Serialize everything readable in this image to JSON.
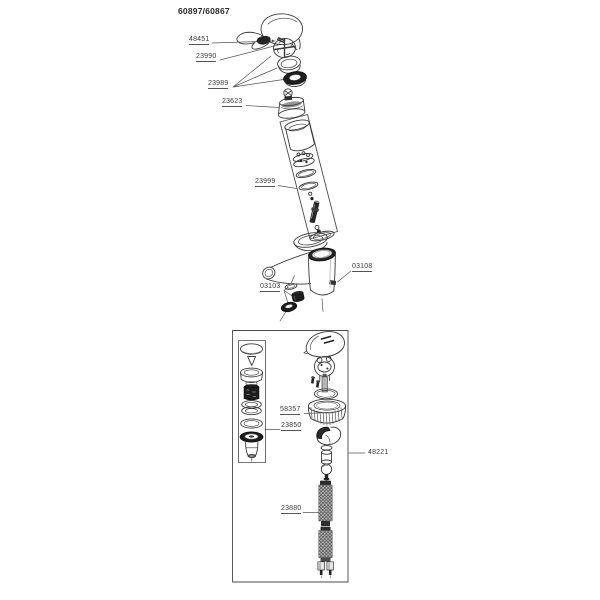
{
  "colors": {
    "background": "#ffffff",
    "line": "#3a3a3a",
    "dark_fill": "#1e1e1e"
  },
  "diagram": {
    "title": "60897/60867",
    "labels": {
      "handle_screw": "48451",
      "handle": "23990",
      "cap_set": "23989",
      "cartridge": "23623",
      "spout_set": "23999",
      "body_plug": "03108",
      "aerator_set": "03103",
      "mounting_nut": "58357",
      "drain_set": "23850",
      "connection_unit": "48221",
      "hose": "23880"
    }
  }
}
